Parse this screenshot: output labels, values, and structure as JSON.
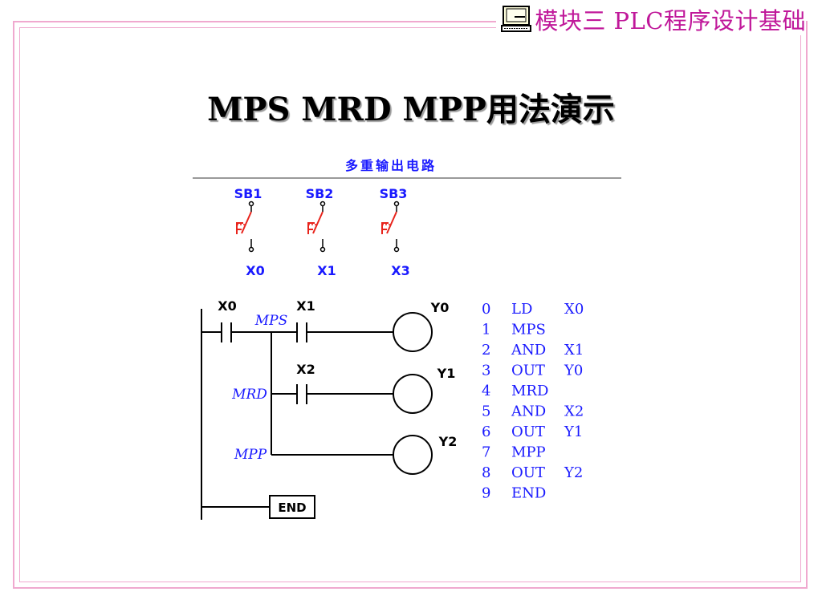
{
  "header": {
    "title": "模块三 PLC程序设计基础",
    "icon": "monitor-icon"
  },
  "slide": {
    "title": "MPS MRD MPP用法演示"
  },
  "diagram": {
    "caption": "多重输出电路",
    "switches": [
      {
        "top": "SB1",
        "bottom": "X0"
      },
      {
        "top": "SB2",
        "bottom": "X1"
      },
      {
        "top": "SB3",
        "bottom": "X3"
      }
    ],
    "contacts": {
      "x0": "X0",
      "x1": "X1",
      "x2": "X2"
    },
    "stack_labels": {
      "mps": "MPS",
      "mrd": "MRD",
      "mpp": "MPP"
    },
    "coils": {
      "y0": "Y0",
      "y1": "Y1",
      "y2": "Y2"
    },
    "end_label": "END"
  },
  "program": [
    {
      "step": "0",
      "op": "LD",
      "arg": "X0"
    },
    {
      "step": "1",
      "op": "MPS",
      "arg": ""
    },
    {
      "step": "2",
      "op": "AND",
      "arg": "X1"
    },
    {
      "step": "3",
      "op": "OUT",
      "arg": "Y0"
    },
    {
      "step": "4",
      "op": "MRD",
      "arg": ""
    },
    {
      "step": "5",
      "op": "AND",
      "arg": "X2"
    },
    {
      "step": "6",
      "op": "OUT",
      "arg": "Y1"
    },
    {
      "step": "7",
      "op": "MPP",
      "arg": ""
    },
    {
      "step": "8",
      "op": "OUT",
      "arg": "Y2"
    },
    {
      "step": "9",
      "op": "END",
      "arg": ""
    }
  ],
  "colors": {
    "frame": "#f0a9cf",
    "header": "#c0189a",
    "label_blue": "#1a1aff",
    "switch_red": "#e8231b"
  }
}
